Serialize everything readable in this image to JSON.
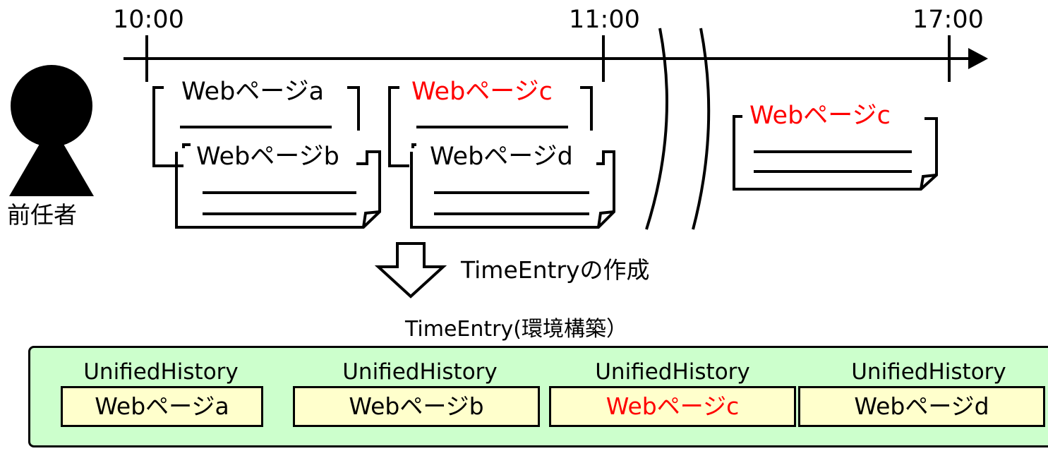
{
  "timeline": {
    "times": [
      "10:00",
      "11:00",
      "17:00"
    ]
  },
  "person": {
    "label": "前任者"
  },
  "pages": {
    "a": "Webページa",
    "b": "Webページb",
    "c": "Webページc",
    "d": "Webページd",
    "c_later": "Webページc"
  },
  "arrow": {
    "label": "TimeEntryの作成"
  },
  "time_entry": {
    "title": "TimeEntry(環境構築）",
    "histories": [
      {
        "title": "UnifiedHistory",
        "page": "Webページa",
        "highlight": false
      },
      {
        "title": "UnifiedHistory",
        "page": "Webページb",
        "highlight": false
      },
      {
        "title": "UnifiedHistory",
        "page": "Webページc",
        "highlight": true
      },
      {
        "title": "UnifiedHistory",
        "page": "Webページd",
        "highlight": false
      }
    ]
  },
  "colors": {
    "highlight_text": "#ff0000",
    "panel_bg": "#ccffcc",
    "box_bg": "#ffffcc"
  }
}
